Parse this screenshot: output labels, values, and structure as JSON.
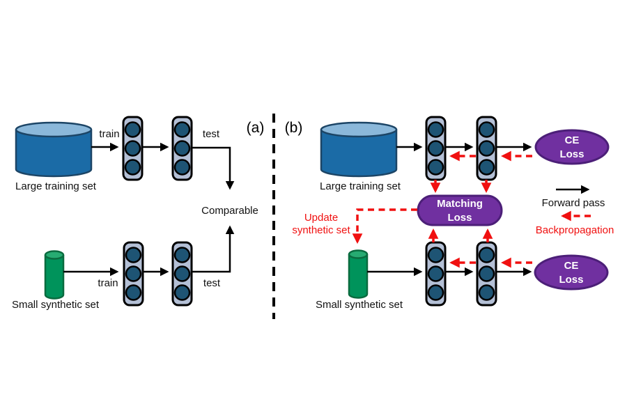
{
  "panel_a": {
    "label": "(a)",
    "large_set": "Large training set",
    "small_set": "Small synthetic set",
    "train_top": "train",
    "test_top": "test",
    "train_bottom": "train",
    "test_bottom": "test",
    "comparable": "Comparable"
  },
  "panel_b": {
    "label": "(b)",
    "large_set": "Large training set",
    "small_set": "Small synthetic set",
    "ce_loss_top": [
      "CE",
      "Loss"
    ],
    "ce_loss_bottom": [
      "CE",
      "Loss"
    ],
    "matching_loss": [
      "Matching",
      "Loss"
    ],
    "update_note": [
      "Update",
      "synthetic set"
    ]
  },
  "legend": {
    "forward": "Forward pass",
    "backward": "Backpropagation"
  },
  "colors": {
    "data_blue": "#1b6ba6",
    "data_blue_light": "#8bb8da",
    "data_blue_border": "#1c4566",
    "synthetic_green": "#00935b",
    "synthetic_green_light": "#27ab72",
    "synthetic_green_border": "#0a6b3f",
    "network_fill": "#b4c0d6",
    "neuron_fill": "#1e5474",
    "loss_purple": "#7030a0",
    "loss_purple_border": "#4c1f78",
    "backprop_red": "#f01010",
    "forward_black": "#000000"
  }
}
